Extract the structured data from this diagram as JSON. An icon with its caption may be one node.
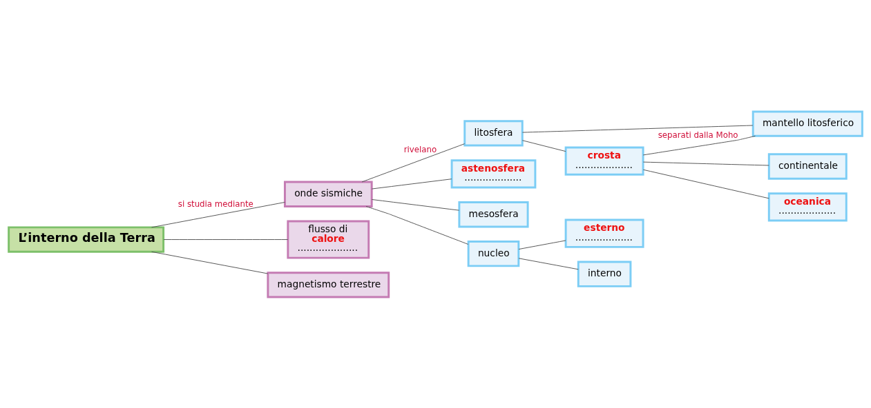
{
  "diagram": {
    "nodes": [
      {
        "text": [
          "L’interno della Terra"
        ]
      },
      {
        "text": [
          "onde sismiche"
        ]
      },
      {
        "text": [
          "flusso di",
          "calore",
          "...................."
        ]
      },
      {
        "text": [
          "magnetismo terrestre"
        ]
      },
      {
        "text": [
          "litosfera"
        ]
      },
      {
        "text": [
          "astenosfera",
          "..................."
        ]
      },
      {
        "text": [
          "mesosfera"
        ]
      },
      {
        "text": [
          "nucleo"
        ]
      },
      {
        "text": [
          "crosta",
          "..................."
        ]
      },
      {
        "text": [
          "mantello litosferico"
        ]
      },
      {
        "text": [
          "continentale"
        ]
      },
      {
        "text": [
          "oceanica",
          "..................."
        ]
      },
      {
        "text": [
          "esterno",
          "..................."
        ]
      },
      {
        "text": [
          "interno"
        ]
      }
    ],
    "edges": [
      {
        "from": 0,
        "to": 1,
        "arrow": "none",
        "label": "si studia mediante"
      },
      {
        "from": 0,
        "to": 2,
        "arrow": "none"
      },
      {
        "from": 0,
        "to": 3,
        "arrow": "none"
      },
      {
        "from": 1,
        "to": 4,
        "arrow": "none",
        "label": "rivelano"
      },
      {
        "from": 1,
        "to": 5,
        "arrow": "none"
      },
      {
        "from": 1,
        "to": 6,
        "arrow": "none"
      },
      {
        "from": 1,
        "to": 7,
        "arrow": "none"
      },
      {
        "from": 4,
        "to": 8,
        "arrow": "none"
      },
      {
        "from": 4,
        "to": 9,
        "arrow": "none"
      },
      {
        "from": 8,
        "to": 9,
        "arrow": "none",
        "label": "separati dalla Moho"
      },
      {
        "from": 8,
        "to": 10,
        "arrow": "none"
      },
      {
        "from": 8,
        "to": 11,
        "arrow": "none"
      },
      {
        "from": 7,
        "to": 12,
        "arrow": "none"
      },
      {
        "from": 7,
        "to": 13,
        "arrow": "none"
      }
    ]
  }
}
